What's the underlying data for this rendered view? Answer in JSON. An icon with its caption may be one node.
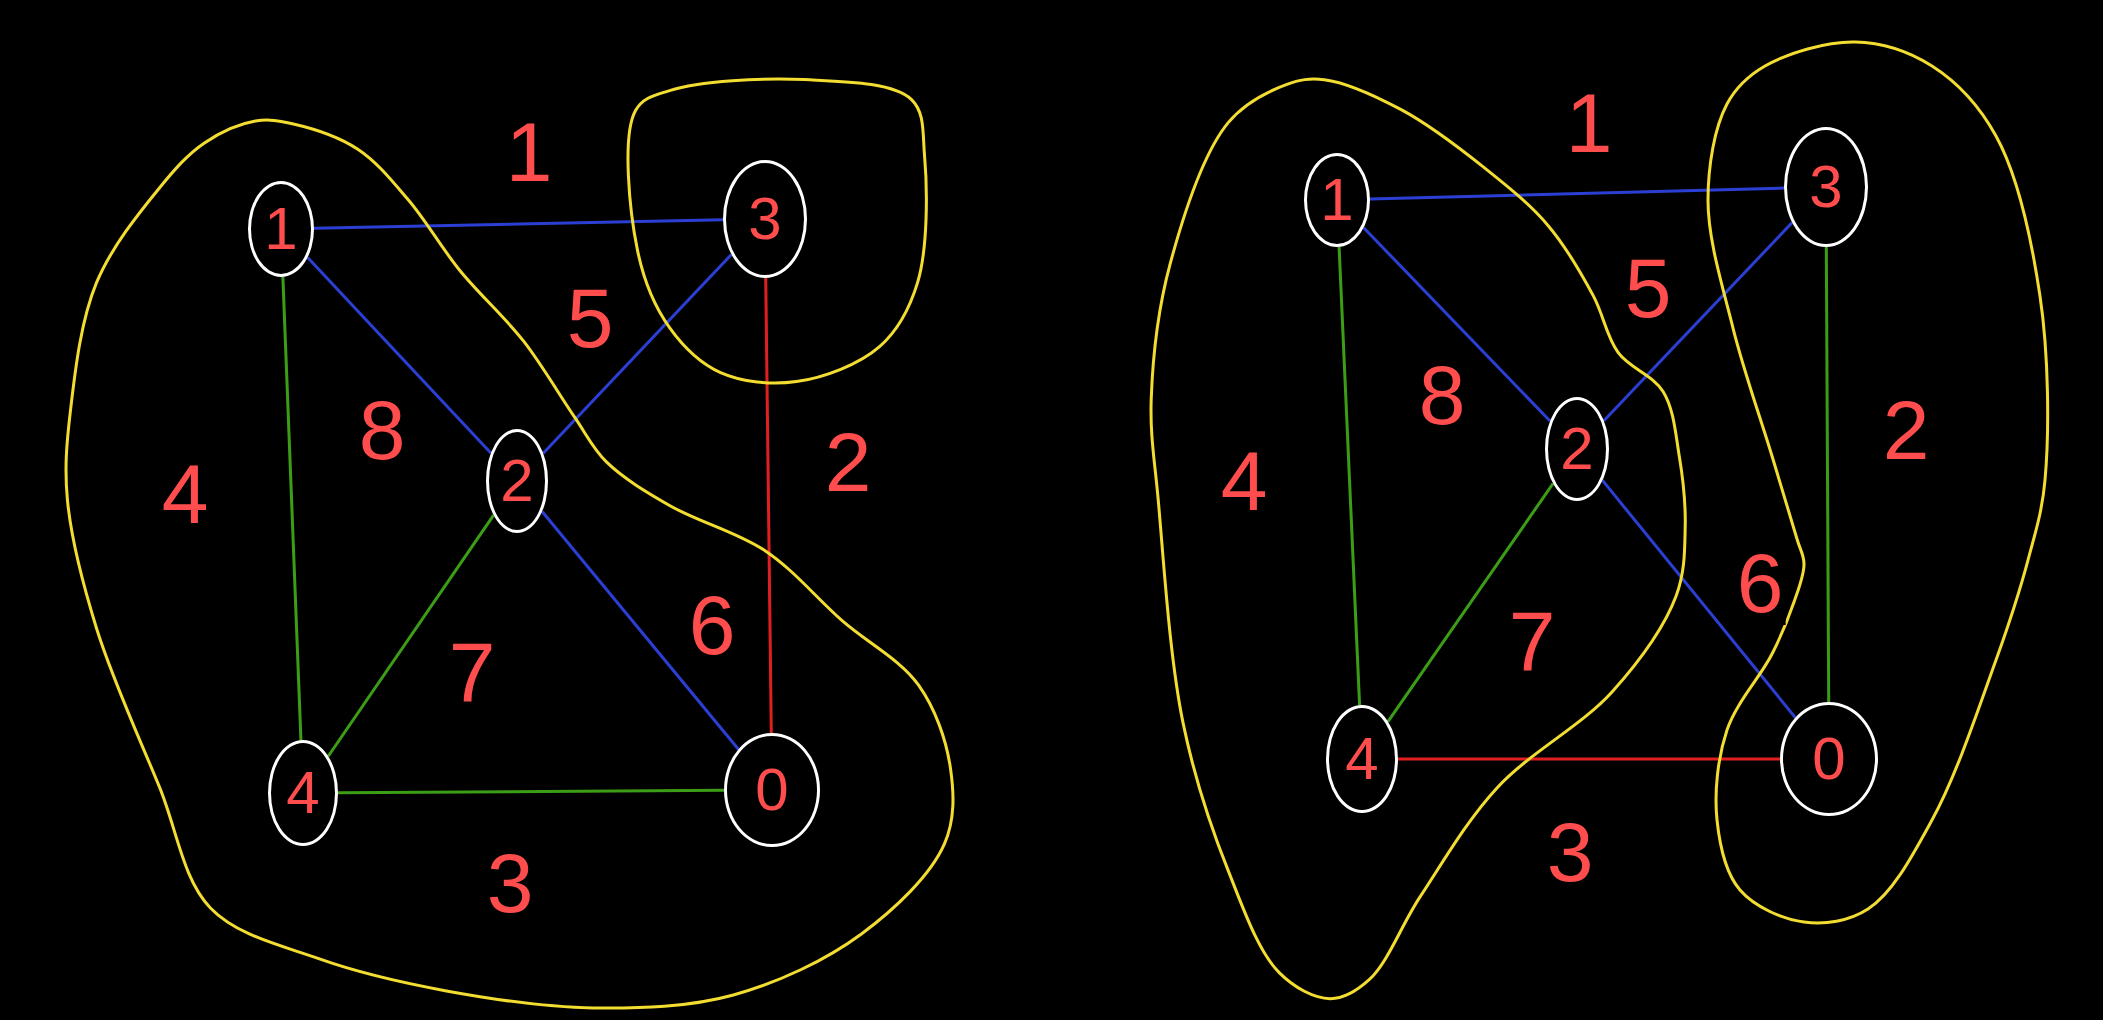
{
  "diagram": {
    "nodes": [
      {
        "text": [],
        "shape": "blob"
      },
      {
        "text": [
          "1"
        ],
        "in": 0
      },
      {
        "text": [],
        "shape": "blob"
      },
      {
        "text": [
          "3"
        ],
        "in": 2
      },
      {
        "text": [
          "2"
        ],
        "in": 0
      },
      {
        "text": [
          "4"
        ],
        "in": 0
      },
      {
        "text": [
          "0"
        ],
        "in": 0
      },
      {
        "text": [],
        "shape": "blob"
      },
      {
        "text": [
          "1"
        ],
        "in": 7
      },
      {
        "text": [],
        "shape": "blob"
      },
      {
        "text": [
          "3"
        ],
        "in": 9
      },
      {
        "text": [
          "2"
        ],
        "in": 7
      },
      {
        "text": [
          "4"
        ],
        "in": 7
      },
      {
        "text": [
          "0"
        ],
        "in": 9
      }
    ],
    "edges": [
      {
        "from": 1,
        "to": 3,
        "label": "1",
        "arrow": "none"
      },
      {
        "from": 3,
        "to": 6,
        "label": "2",
        "arrow": "none",
        "color": "#e02020"
      },
      {
        "from": 5,
        "to": 6,
        "label": "3",
        "arrow": "none",
        "color": "#3c9e16"
      },
      {
        "from": 1,
        "to": 5,
        "label": "4",
        "arrow": "none",
        "color": "#3c9e16"
      },
      {
        "from": 3,
        "to": 4,
        "label": "5",
        "arrow": "none"
      },
      {
        "from": 4,
        "to": 6,
        "label": "6",
        "arrow": "none"
      },
      {
        "from": 4,
        "to": 5,
        "label": "7",
        "arrow": "none",
        "color": "#3c9e16"
      },
      {
        "from": 1,
        "to": 4,
        "label": "8",
        "arrow": "none"
      },
      {
        "from": 8,
        "to": 10,
        "label": "1",
        "arrow": "none"
      },
      {
        "from": 10,
        "to": 13,
        "label": "2",
        "arrow": "none",
        "color": "#3c9e16"
      },
      {
        "from": 12,
        "to": 13,
        "label": "3",
        "arrow": "none",
        "color": "#e02020"
      },
      {
        "from": 8,
        "to": 12,
        "label": "4",
        "arrow": "none",
        "color": "#3c9e16"
      },
      {
        "from": 10,
        "to": 11,
        "label": "5",
        "arrow": "none"
      },
      {
        "from": 11,
        "to": 13,
        "label": "6",
        "arrow": "none"
      },
      {
        "from": 11,
        "to": 12,
        "label": "7",
        "arrow": "none",
        "color": "#3c9e16"
      },
      {
        "from": 8,
        "to": 11,
        "label": "8",
        "arrow": "none"
      }
    ]
  }
}
